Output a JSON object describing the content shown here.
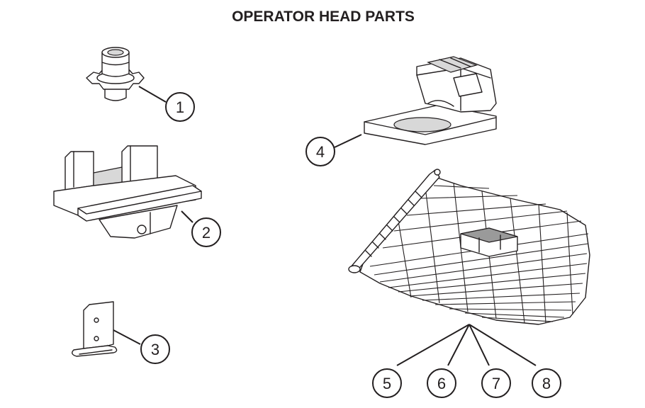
{
  "title": "OPERATOR HEAD PARTS",
  "callouts": [
    {
      "number": "1",
      "part": "sprocket-icon"
    },
    {
      "number": "2",
      "part": "trolley-carriage-icon"
    },
    {
      "number": "3",
      "part": "bracket-clip-icon"
    },
    {
      "number": "4",
      "part": "operator-base-cover-icon"
    },
    {
      "number": "5",
      "part": "chain-assembly-icon"
    },
    {
      "number": "6",
      "part": "chain-assembly-icon"
    },
    {
      "number": "7",
      "part": "chain-assembly-icon"
    },
    {
      "number": "8",
      "part": "chain-assembly-icon"
    }
  ]
}
